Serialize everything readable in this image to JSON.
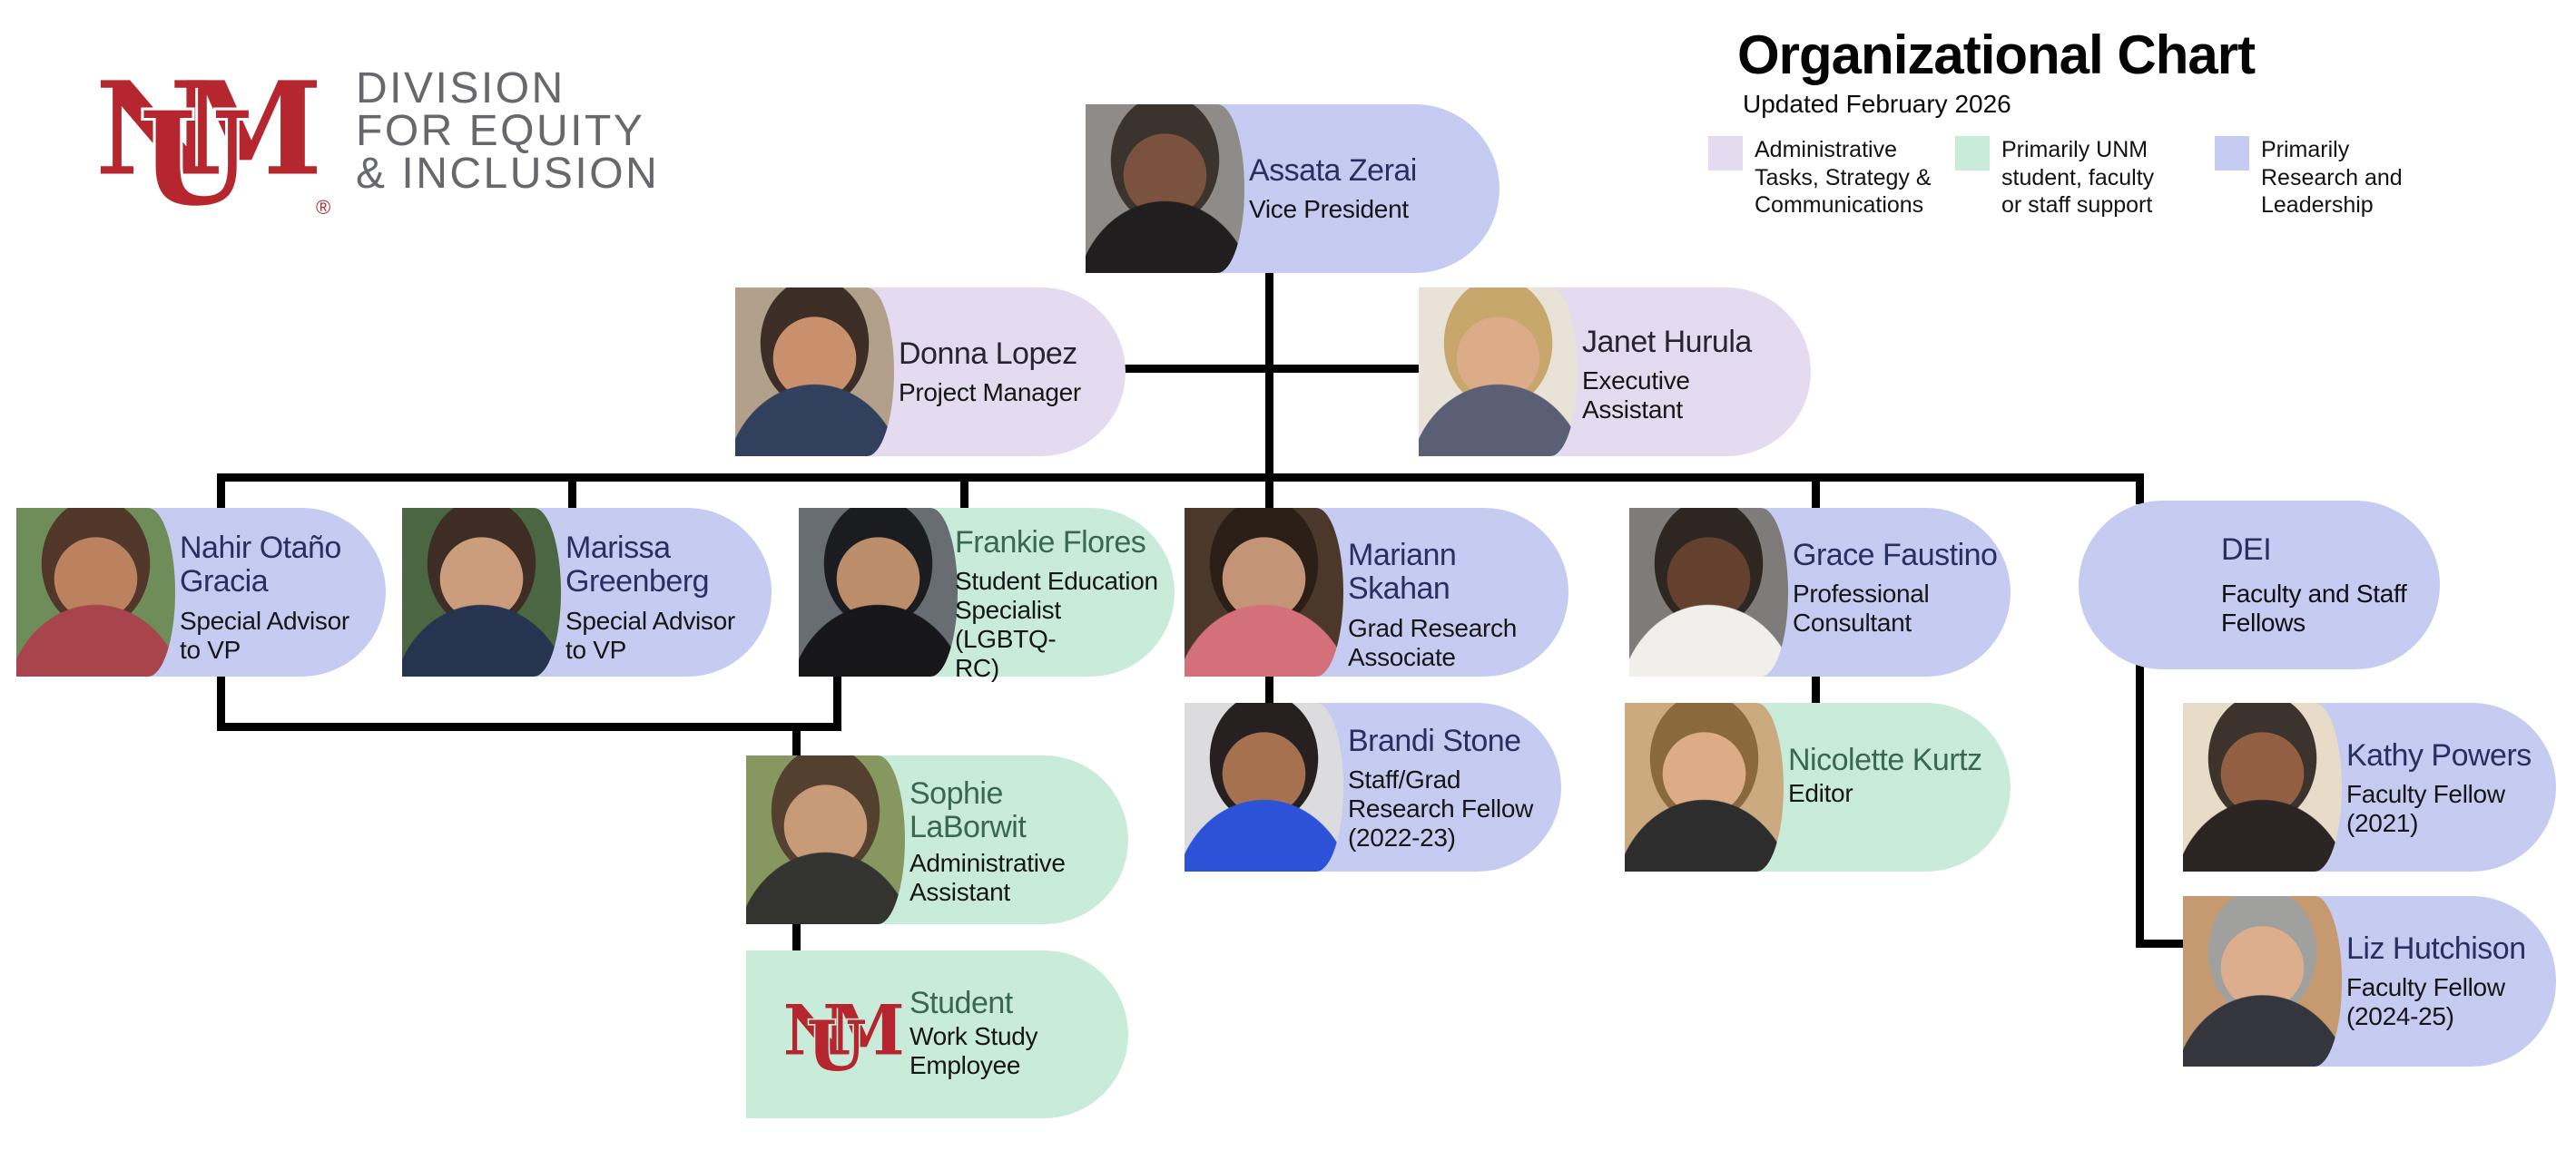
{
  "branding": {
    "monogram_n": "N",
    "monogram_m": "M",
    "monogram_u": "U",
    "registered_mark": "®",
    "logo_color": "#b5262e",
    "division_lines": "DIVISION\nFOR EQUITY\n& INCLUSION",
    "division_text_color": "#66686c"
  },
  "chart_header": {
    "title": "Organizational Chart",
    "subtitle": "Updated February 2026"
  },
  "legend": {
    "items": [
      {
        "label": "Administrative\nTasks, Strategy &\nCommunications",
        "color": "#e5dbf0",
        "category": "admin"
      },
      {
        "label": "Primarily UNM\nstudent, faculty\nor staff support",
        "color": "#c9ebd9",
        "category": "support"
      },
      {
        "label": "Primarily\nResearch and\nLeadership",
        "color": "#c5cbf1",
        "category": "research"
      }
    ]
  },
  "category_colors": {
    "admin": "#e5dbf0",
    "support": "#c9ebd9",
    "research": "#c5cbf1"
  },
  "nodes": [
    {
      "name": "Assata Zerai",
      "title": "Vice President",
      "category": "research"
    },
    {
      "name": "Donna Lopez",
      "title": "Project Manager",
      "category": "admin"
    },
    {
      "name": "Janet Hurula",
      "title": "Executive\nAssistant",
      "category": "admin"
    },
    {
      "name": "Nahir Otaño\nGracia",
      "title": "Special Advisor\nto VP",
      "category": "research"
    },
    {
      "name": "Marissa\nGreenberg",
      "title": "Special Advisor\nto VP",
      "category": "research"
    },
    {
      "name": "Frankie Flores",
      "title": "Student Education\nSpecialist (LGBTQ-\nRC)",
      "category": "support"
    },
    {
      "name": "Mariann Skahan",
      "title": "Grad Research\nAssociate",
      "category": "research"
    },
    {
      "name": "Grace Faustino",
      "title": "Professional\nConsultant",
      "category": "research"
    },
    {
      "name": "DEI",
      "title": "Faculty and Staff\nFellows",
      "category": "research"
    },
    {
      "name": "Sophie\nLaBorwit",
      "title": "Administrative\nAssistant",
      "category": "support"
    },
    {
      "name": "Brandi Stone",
      "title": "Staff/Grad\nResearch Fellow\n(2022-23)",
      "category": "research"
    },
    {
      "name": "Nicolette Kurtz",
      "title": "Editor",
      "category": "support"
    },
    {
      "name": "Kathy Powers",
      "title": "Faculty Fellow\n(2021)",
      "category": "research"
    },
    {
      "name": "Liz Hutchison",
      "title": "Faculty Fellow\n(2024-25)",
      "category": "research"
    },
    {
      "name": "Student",
      "title": "Work Study\nEmployee",
      "category": "support"
    }
  ]
}
